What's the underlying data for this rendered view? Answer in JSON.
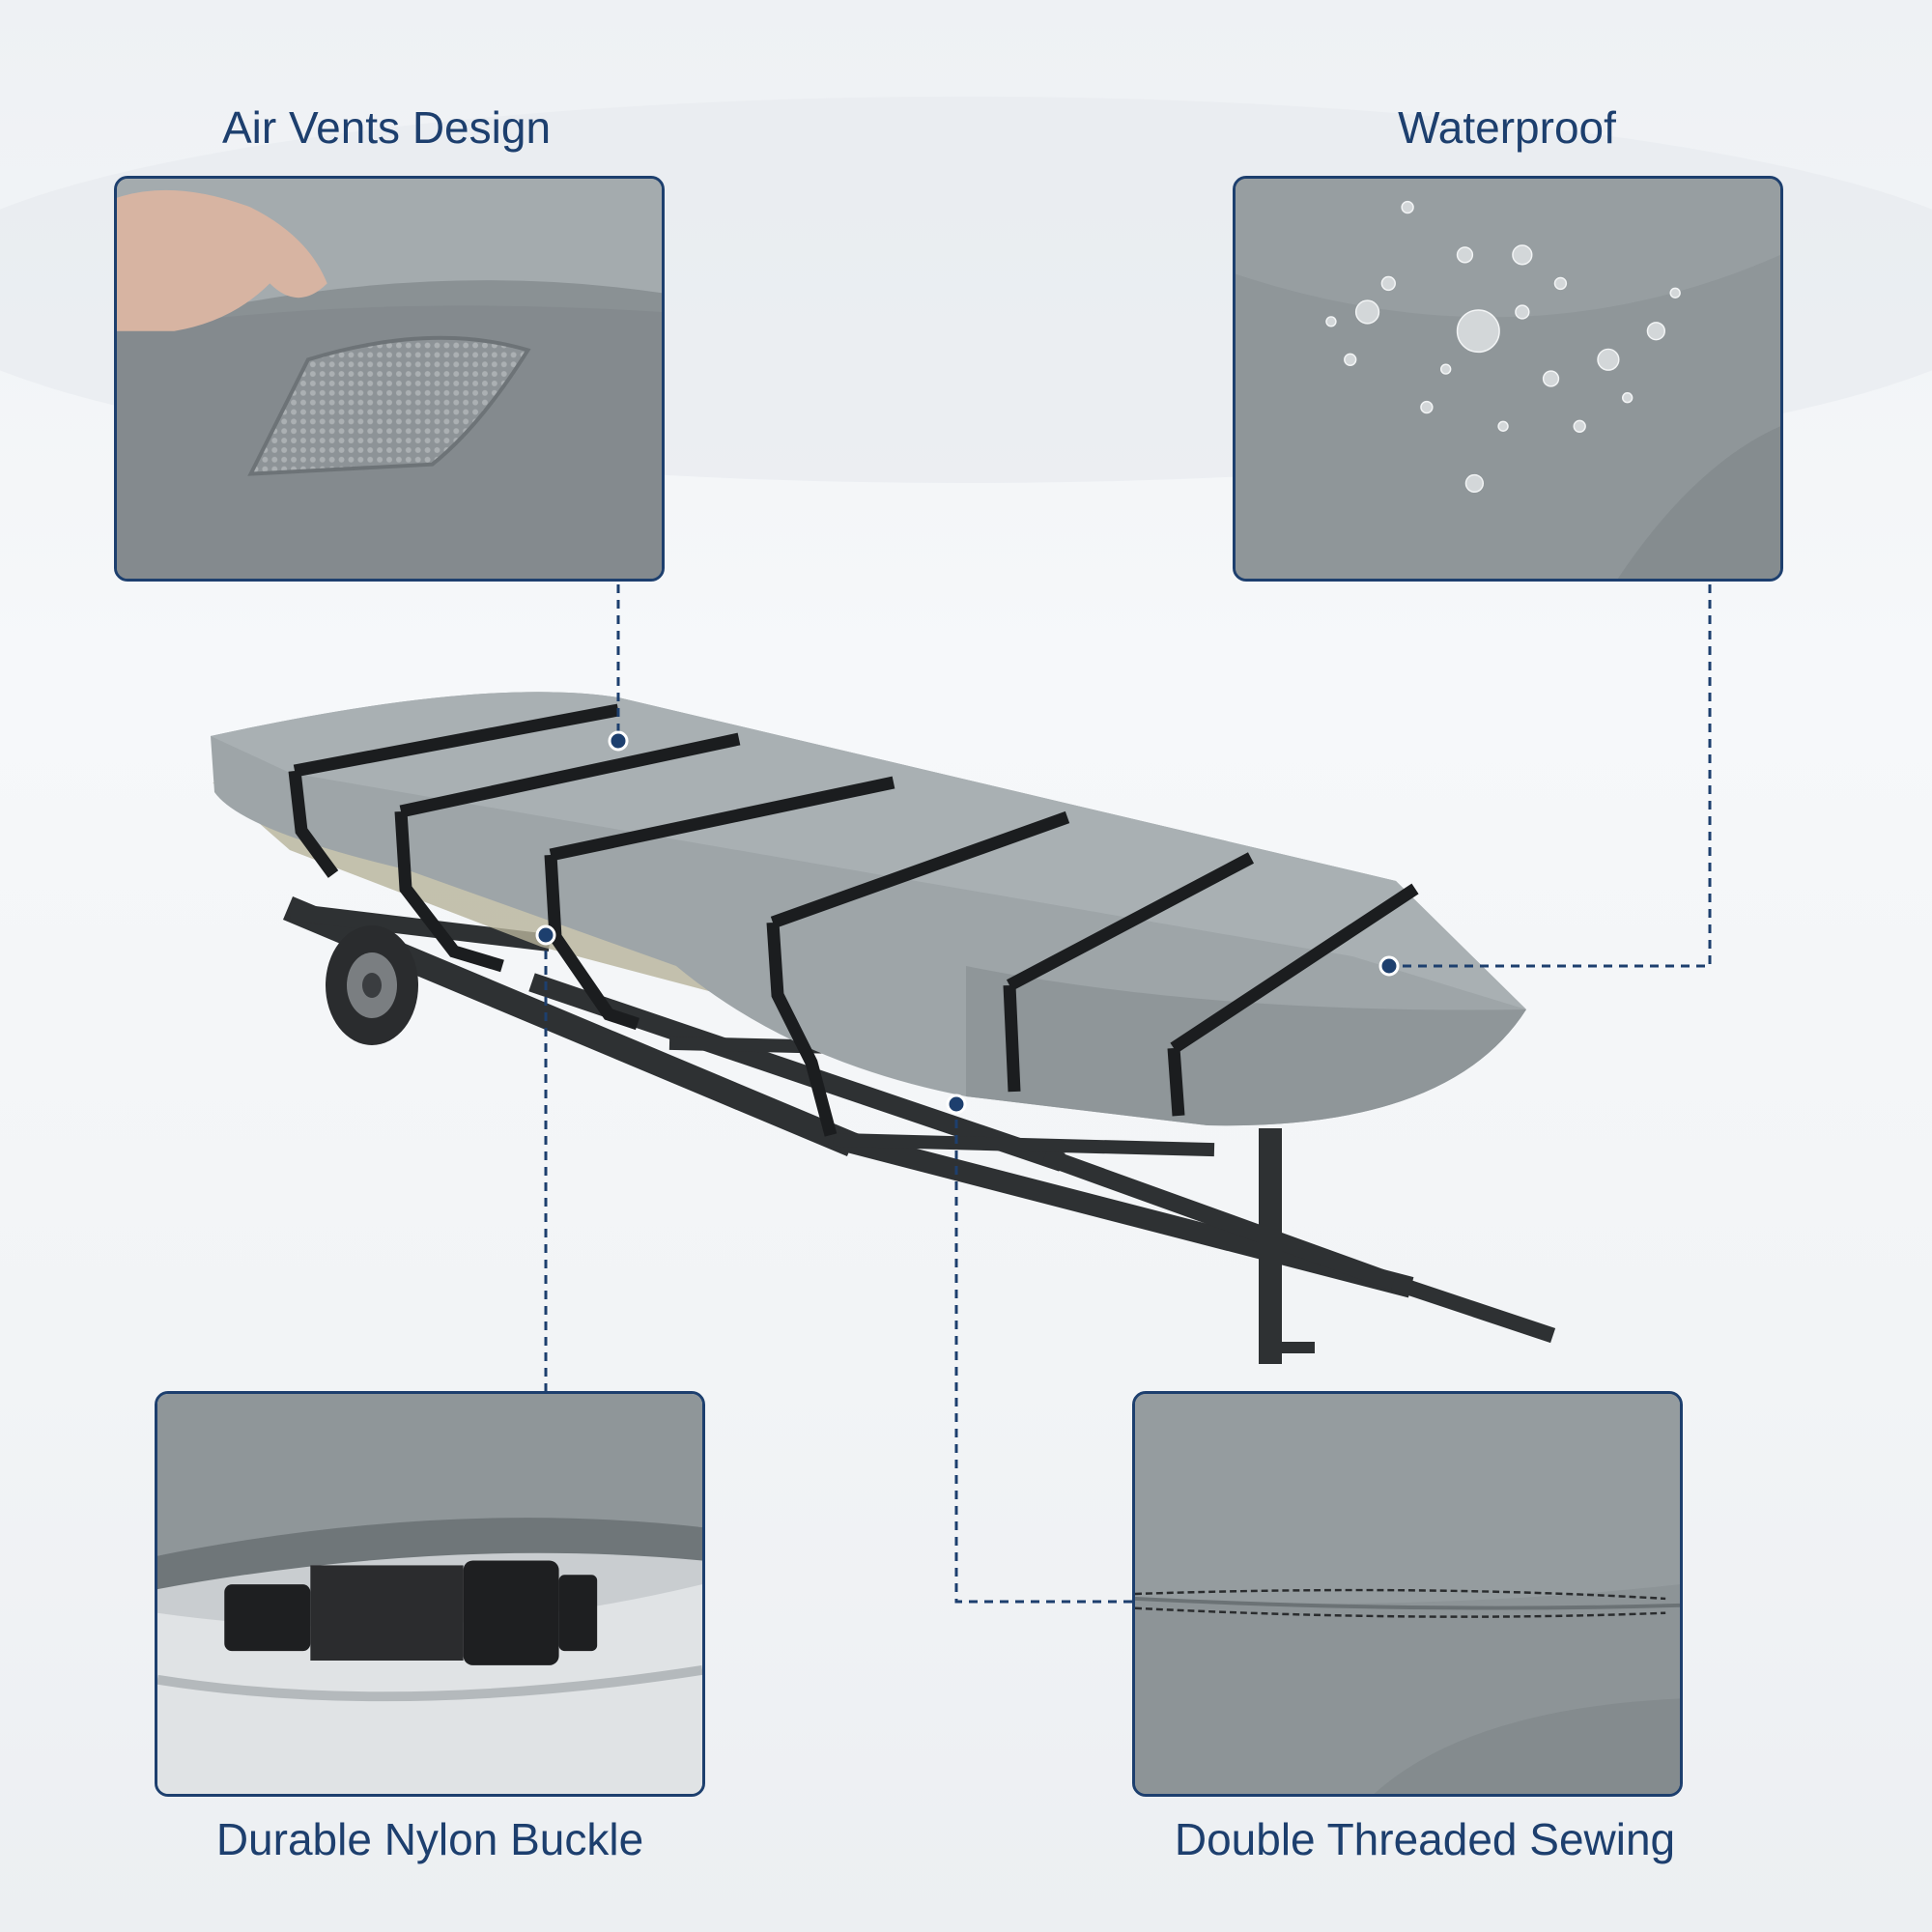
{
  "features": {
    "air_vents": "Air Vents Design",
    "waterproof": "Waterproof",
    "buckle": "Durable Nylon Buckle",
    "sewing": "Double Threaded Sewing"
  },
  "colors": {
    "accent": "#1d3f6e",
    "cover_gray": "#9aa1a4",
    "strap": "#1b1d1f",
    "frame": "#2e3133"
  }
}
